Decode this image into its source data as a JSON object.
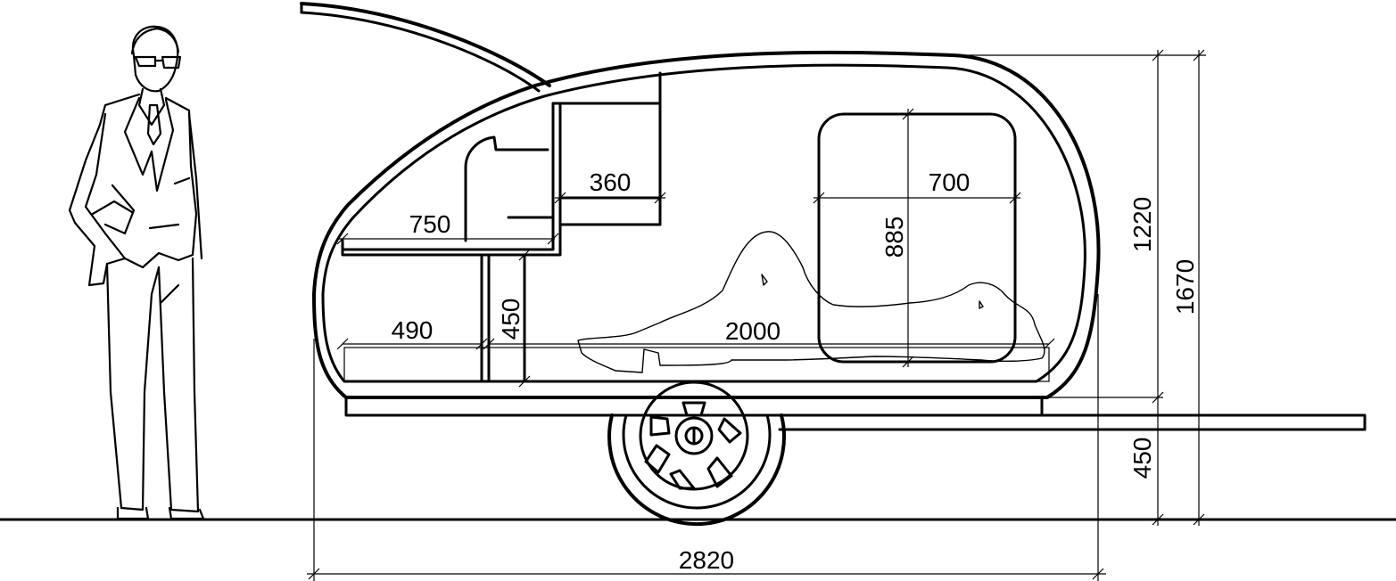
{
  "dimensions": {
    "total_length": "2820",
    "body_height": "1220",
    "total_height": "1670",
    "ground_clearance": "450",
    "bed_length": "2000",
    "window_width": "700",
    "window_height": "885",
    "counter_depth": "750",
    "cabinet_width": "360",
    "seat_depth": "490",
    "seat_height": "450"
  }
}
